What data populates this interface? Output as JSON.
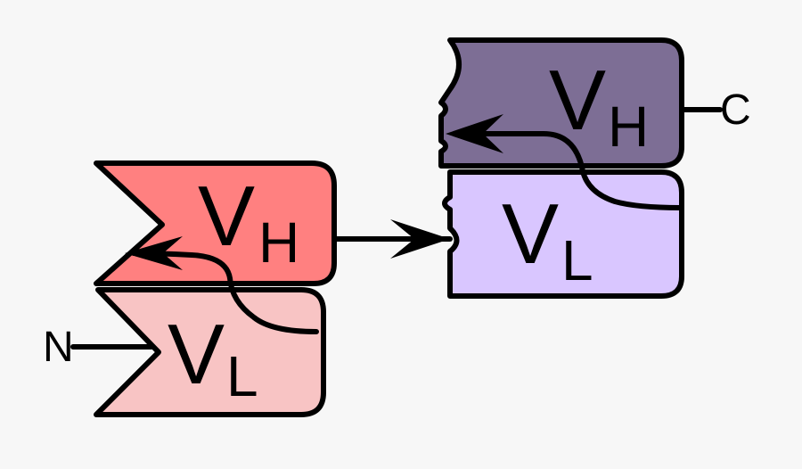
{
  "domains": {
    "vh1": {
      "main": "V",
      "sub": "H",
      "color": "#ff8080"
    },
    "vl1": {
      "main": "V",
      "sub": "L",
      "color": "#f8c4c4"
    },
    "vh2": {
      "main": "V",
      "sub": "H",
      "color": "#7d6e95"
    },
    "vl2": {
      "main": "V",
      "sub": "L",
      "color": "#d9c6ff"
    }
  },
  "termini": {
    "n": "N",
    "c": "C"
  },
  "colors": {
    "outline": "#000000",
    "background": "#f7f7f7"
  },
  "icons": {
    "linker_arrow": "arrow-right-icon"
  }
}
